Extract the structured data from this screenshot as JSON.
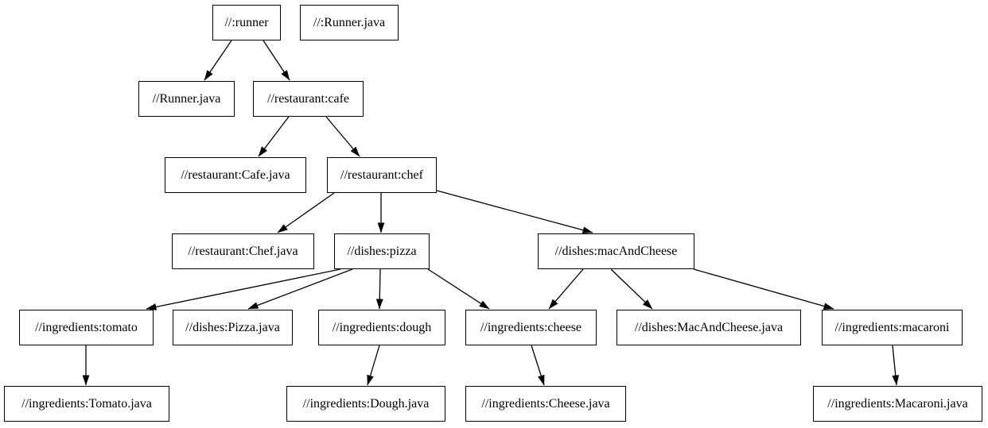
{
  "diagram": {
    "type": "dependency-graph",
    "colors": {
      "background": "#ffffff",
      "node_fill": "#ffffff",
      "node_border": "#000000",
      "edge": "#000000",
      "text": "#000000"
    },
    "nodes": [
      {
        "id": "runner",
        "label": "//:runner"
      },
      {
        "id": "runner-java-root",
        "label": "//:Runner.java"
      },
      {
        "id": "runner-java",
        "label": "//Runner.java"
      },
      {
        "id": "cafe",
        "label": "//restaurant:cafe"
      },
      {
        "id": "cafe-java",
        "label": "//restaurant:Cafe.java"
      },
      {
        "id": "chef",
        "label": "//restaurant:chef"
      },
      {
        "id": "chef-java",
        "label": "//restaurant:Chef.java"
      },
      {
        "id": "pizza",
        "label": "//dishes:pizza"
      },
      {
        "id": "mac-and-cheese",
        "label": "//dishes:macAndCheese"
      },
      {
        "id": "tomato",
        "label": "//ingredients:tomato"
      },
      {
        "id": "pizza-java",
        "label": "//dishes:Pizza.java"
      },
      {
        "id": "dough",
        "label": "//ingredients:dough"
      },
      {
        "id": "cheese",
        "label": "//ingredients:cheese"
      },
      {
        "id": "mac-and-cheese-java",
        "label": "//dishes:MacAndCheese.java"
      },
      {
        "id": "macaroni",
        "label": "//ingredients:macaroni"
      },
      {
        "id": "tomato-java",
        "label": "//ingredients:Tomato.java"
      },
      {
        "id": "dough-java",
        "label": "//ingredients:Dough.java"
      },
      {
        "id": "cheese-java",
        "label": "//ingredients:Cheese.java"
      },
      {
        "id": "macaroni-java",
        "label": "//ingredients:Macaroni.java"
      }
    ],
    "edges": [
      {
        "from": "runner",
        "to": "runner-java"
      },
      {
        "from": "runner",
        "to": "cafe"
      },
      {
        "from": "cafe",
        "to": "cafe-java"
      },
      {
        "from": "cafe",
        "to": "chef"
      },
      {
        "from": "chef",
        "to": "chef-java"
      },
      {
        "from": "chef",
        "to": "pizza"
      },
      {
        "from": "chef",
        "to": "mac-and-cheese"
      },
      {
        "from": "pizza",
        "to": "tomato"
      },
      {
        "from": "pizza",
        "to": "pizza-java"
      },
      {
        "from": "pizza",
        "to": "dough"
      },
      {
        "from": "pizza",
        "to": "cheese"
      },
      {
        "from": "mac-and-cheese",
        "to": "cheese"
      },
      {
        "from": "mac-and-cheese",
        "to": "mac-and-cheese-java"
      },
      {
        "from": "mac-and-cheese",
        "to": "macaroni"
      },
      {
        "from": "tomato",
        "to": "tomato-java"
      },
      {
        "from": "dough",
        "to": "dough-java"
      },
      {
        "from": "cheese",
        "to": "cheese-java"
      },
      {
        "from": "macaroni",
        "to": "macaroni-java"
      }
    ]
  }
}
